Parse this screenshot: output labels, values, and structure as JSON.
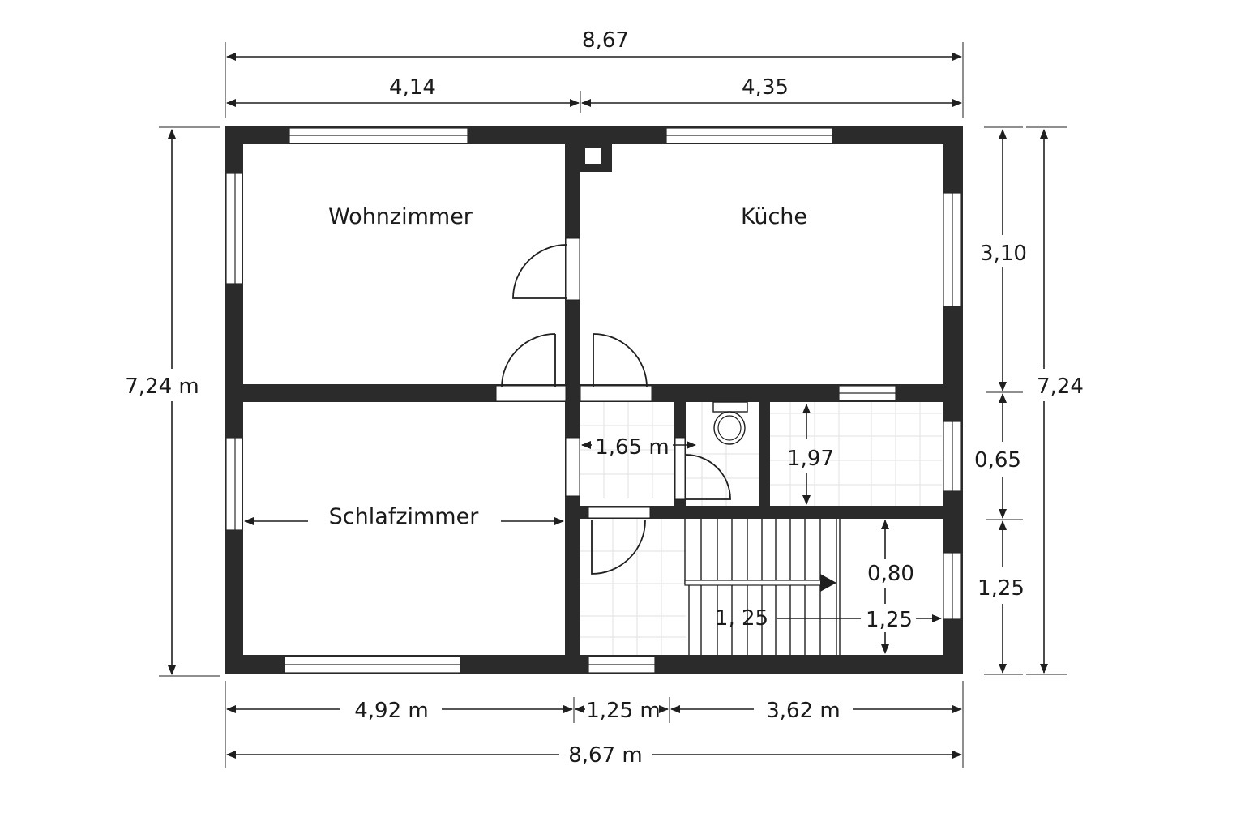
{
  "plan": {
    "rooms": {
      "living": "Wohnzimmer",
      "kitchen": "Küche",
      "bedroom": "Schlafzimmer"
    },
    "dimensions": {
      "top_total": "8,67",
      "top_left": "4,14",
      "top_right": "4,35",
      "left_total": "7,24 m",
      "right_total": "7,24",
      "right_upper": "3,10",
      "right_middle": "0,65",
      "right_lower": "1,25",
      "bottom_left": "4,92 m",
      "bottom_middle": "1,25 m",
      "bottom_right": "3,62 m",
      "bottom_total": "8,67 m",
      "hall_width": "1,65 m",
      "bath_height": "1,97",
      "stair_width": "1, 25",
      "landing_width": "1,25",
      "landing_depth": "0,80"
    },
    "colors": {
      "wall": "#2b2b2b",
      "line": "#1f1f1f",
      "background": "#ffffff"
    }
  }
}
